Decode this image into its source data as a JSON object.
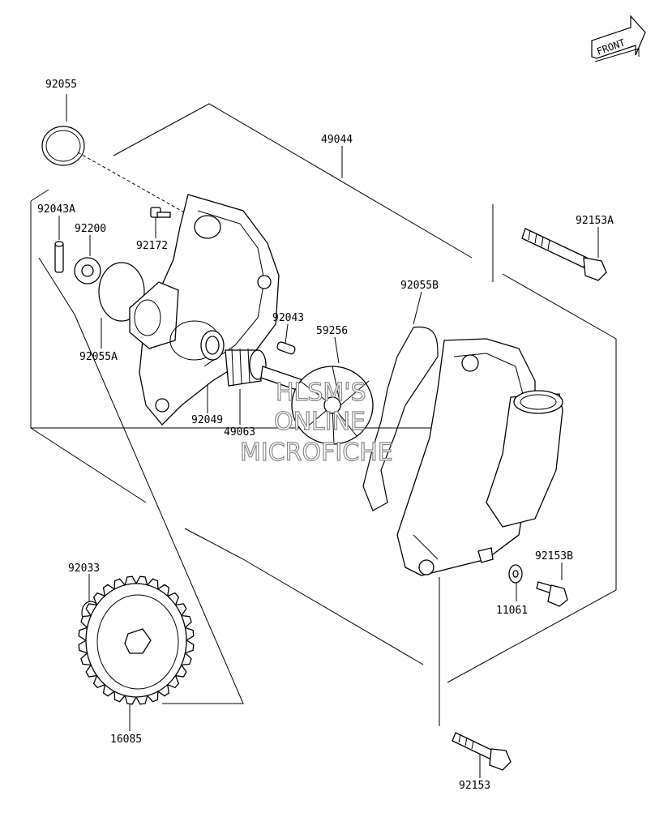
{
  "front_badge": {
    "text": "FRONT"
  },
  "parts": [
    {
      "id": "p92055",
      "label": "92055"
    },
    {
      "id": "p49044",
      "label": "49044"
    },
    {
      "id": "p92043A",
      "label": "92043A"
    },
    {
      "id": "p92200",
      "label": "92200"
    },
    {
      "id": "p92172",
      "label": "92172"
    },
    {
      "id": "p92153A",
      "label": "92153A"
    },
    {
      "id": "p92055B",
      "label": "92055B"
    },
    {
      "id": "p92043",
      "label": "92043"
    },
    {
      "id": "p59256",
      "label": "59256"
    },
    {
      "id": "p92055A",
      "label": "92055A"
    },
    {
      "id": "p92049",
      "label": "92049"
    },
    {
      "id": "p49063",
      "label": "49063"
    },
    {
      "id": "p92153B",
      "label": "92153B"
    },
    {
      "id": "p11061",
      "label": "11061"
    },
    {
      "id": "p92033",
      "label": "92033"
    },
    {
      "id": "p16085",
      "label": "16085"
    },
    {
      "id": "p92153",
      "label": "92153"
    }
  ],
  "watermark": {
    "lines": [
      "HLSM'S",
      "ONLINE",
      "MICROFICHE"
    ]
  },
  "colors": {
    "ink": "#000000",
    "watermark": "#8a8a8a",
    "background": "#ffffff"
  }
}
